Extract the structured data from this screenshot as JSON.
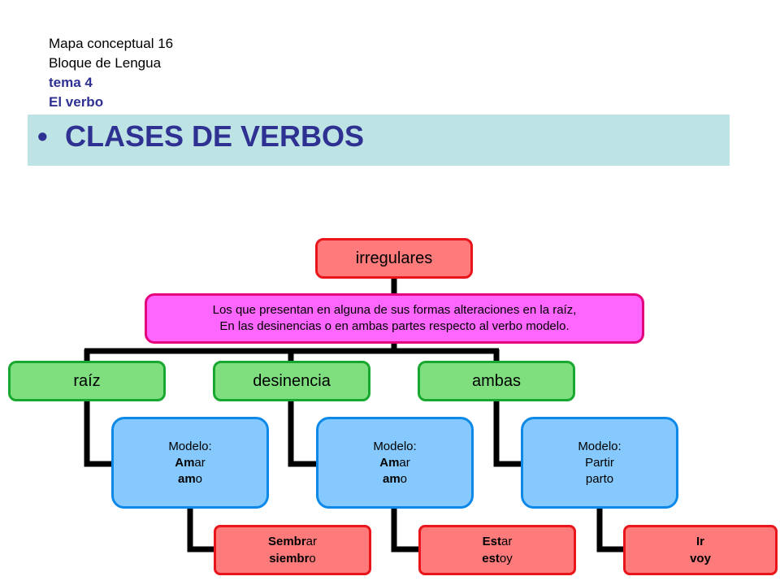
{
  "header": {
    "line1": "Mapa conceptual 16",
    "line2": "Bloque de Lengua",
    "line3": "tema 4",
    "line4": "El verbo"
  },
  "banner": {
    "bullet": "•",
    "title": "CLASES DE VERBOS"
  },
  "diagram": {
    "root": "irregulares",
    "definition": {
      "line1": "Los que presentan en alguna de sus formas alteraciones en la raíz,",
      "line2": "En las desinencias o en ambas partes respecto al verbo modelo."
    },
    "branches": [
      {
        "label": "raíz",
        "model_label": "Modelo:",
        "model_verb_bold": "Am",
        "model_verb_rest": "ar",
        "model_form_bold": "am",
        "model_form_rest": "o",
        "example_verb_bold": "Sembr",
        "example_verb_rest": "ar",
        "example_form_bold": "siembr",
        "example_form_rest": "o"
      },
      {
        "label": "desinencia",
        "model_label": "Modelo:",
        "model_verb_bold": "Am",
        "model_verb_rest": "ar",
        "model_form_bold": "am",
        "model_form_rest": "o",
        "example_verb_bold": "Est",
        "example_verb_rest": "ar",
        "example_form_bold": "est",
        "example_form_rest": "oy"
      },
      {
        "label": "ambas",
        "model_label": "Modelo:",
        "model_verb_bold": "",
        "model_verb_rest": "Partir",
        "model_form_bold": "",
        "model_form_rest": "parto",
        "example_verb_bold": "Ir",
        "example_verb_rest": "",
        "example_form_bold": "voy",
        "example_form_rest": ""
      }
    ]
  },
  "colors": {
    "title_blue": "#2e3192",
    "banner_bg": "#bde3e4",
    "root_fill": "#ff7b7b",
    "definition_fill": "#ff66ff",
    "branch_fill": "#7fdf7f",
    "model_fill": "#85c9ff",
    "example_fill": "#ff7b7b"
  }
}
